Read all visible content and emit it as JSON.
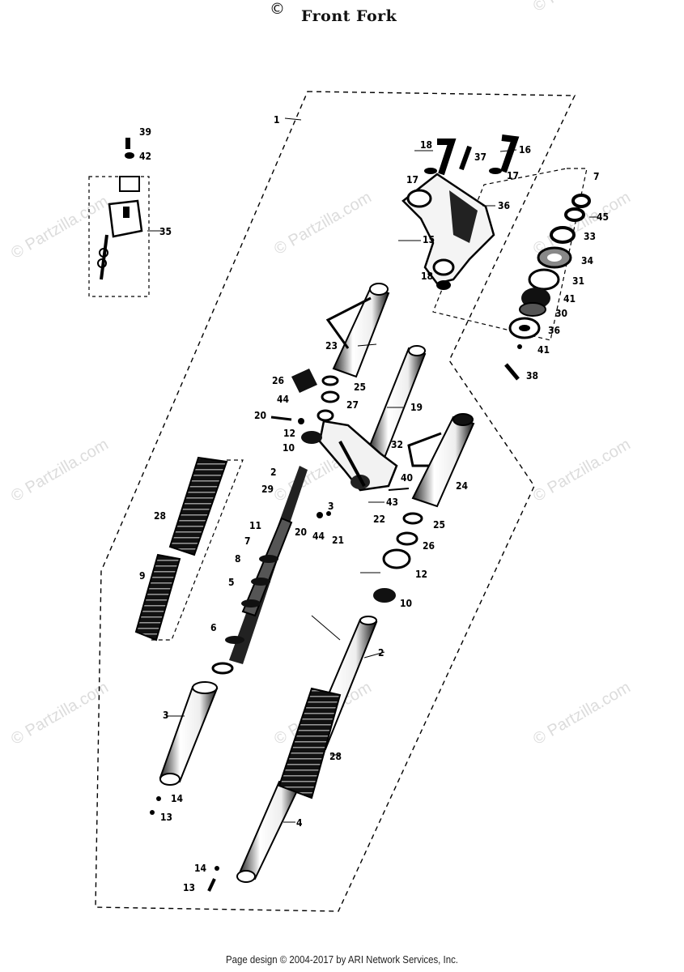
{
  "title": "Front Fork",
  "copyright_symbol": "©",
  "footer": "Page design © 2004-2017 by ARI Network Services, Inc.",
  "watermark": "© Partzilla.com",
  "callouts": [
    {
      "id": "c1",
      "text": "1"
    },
    {
      "id": "c39",
      "text": "39"
    },
    {
      "id": "c42",
      "text": "42"
    },
    {
      "id": "c35",
      "text": "35"
    },
    {
      "id": "c18a",
      "text": "18"
    },
    {
      "id": "c37",
      "text": "37"
    },
    {
      "id": "c16",
      "text": "16"
    },
    {
      "id": "c17a",
      "text": "17"
    },
    {
      "id": "c17b",
      "text": "17"
    },
    {
      "id": "c36a",
      "text": "36"
    },
    {
      "id": "c15",
      "text": "15"
    },
    {
      "id": "c18b",
      "text": "18"
    },
    {
      "id": "c7a",
      "text": "7"
    },
    {
      "id": "c45",
      "text": "45"
    },
    {
      "id": "c33",
      "text": "33"
    },
    {
      "id": "c34",
      "text": "34"
    },
    {
      "id": "c31",
      "text": "31"
    },
    {
      "id": "c41a",
      "text": "41"
    },
    {
      "id": "c30",
      "text": "30"
    },
    {
      "id": "c36b",
      "text": "36"
    },
    {
      "id": "c41b",
      "text": "41"
    },
    {
      "id": "c38",
      "text": "38"
    },
    {
      "id": "c23",
      "text": "23"
    },
    {
      "id": "c19",
      "text": "19"
    },
    {
      "id": "c26a",
      "text": "26"
    },
    {
      "id": "c25a",
      "text": "25"
    },
    {
      "id": "c44a",
      "text": "44"
    },
    {
      "id": "c27",
      "text": "27"
    },
    {
      "id": "c20a",
      "text": "20"
    },
    {
      "id": "c12a",
      "text": "12"
    },
    {
      "id": "c10a",
      "text": "10"
    },
    {
      "id": "c32",
      "text": "32"
    },
    {
      "id": "c40",
      "text": "40"
    },
    {
      "id": "c24",
      "text": "24"
    },
    {
      "id": "c2a",
      "text": "2"
    },
    {
      "id": "c29",
      "text": "29"
    },
    {
      "id": "c43",
      "text": "43"
    },
    {
      "id": "c28a",
      "text": "28"
    },
    {
      "id": "c11",
      "text": "11"
    },
    {
      "id": "c3a",
      "text": "3"
    },
    {
      "id": "c20b",
      "text": "20"
    },
    {
      "id": "c44b",
      "text": "44"
    },
    {
      "id": "c21",
      "text": "21"
    },
    {
      "id": "c22",
      "text": "22"
    },
    {
      "id": "c25b",
      "text": "25"
    },
    {
      "id": "c7b",
      "text": "7"
    },
    {
      "id": "c26b",
      "text": "26"
    },
    {
      "id": "c8",
      "text": "8"
    },
    {
      "id": "c12b",
      "text": "12"
    },
    {
      "id": "c9",
      "text": "9"
    },
    {
      "id": "c5",
      "text": "5"
    },
    {
      "id": "c10b",
      "text": "10"
    },
    {
      "id": "c6",
      "text": "6"
    },
    {
      "id": "c2b",
      "text": "2"
    },
    {
      "id": "c3b",
      "text": "3"
    },
    {
      "id": "c28b",
      "text": "28"
    },
    {
      "id": "c14a",
      "text": "14"
    },
    {
      "id": "c13a",
      "text": "13"
    },
    {
      "id": "c4",
      "text": "4"
    },
    {
      "id": "c14b",
      "text": "14"
    },
    {
      "id": "c13b",
      "text": "13"
    }
  ]
}
